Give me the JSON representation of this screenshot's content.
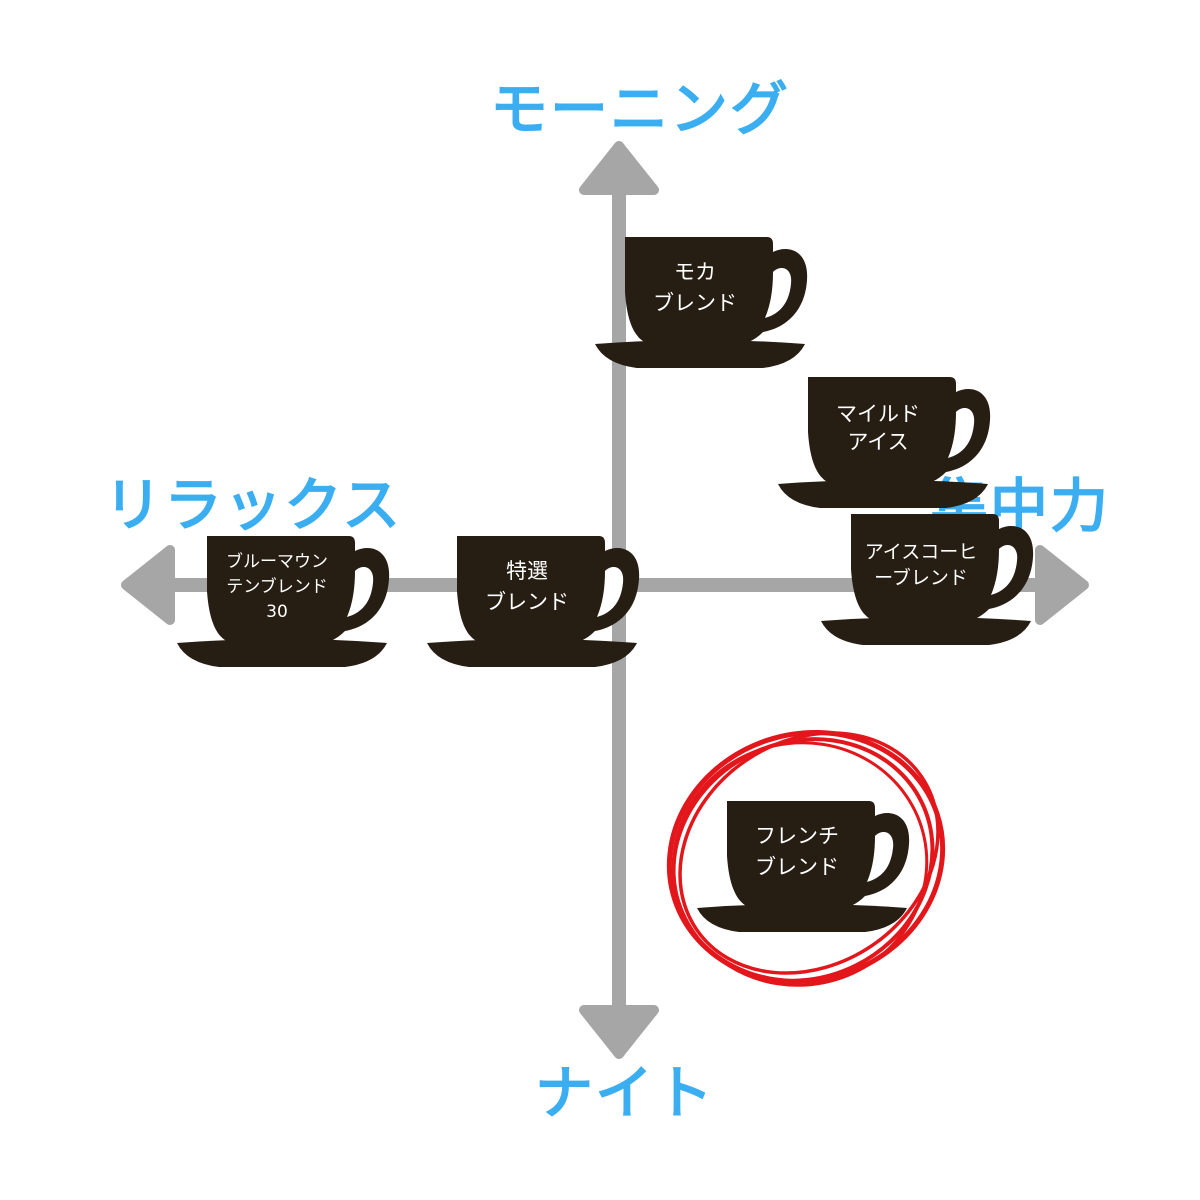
{
  "axes": {
    "top": "モーニング",
    "bottom": "ナイト",
    "left": "リラックス",
    "right": "集中力"
  },
  "cups": [
    {
      "id": "mocha",
      "lines": [
        "モカ",
        "ブレンド"
      ]
    },
    {
      "id": "mild-ice",
      "lines": [
        "マイルド",
        "アイス"
      ]
    },
    {
      "id": "blue-mountain",
      "lines": [
        "ブルーマウン",
        "テンブレンド",
        "30"
      ]
    },
    {
      "id": "special",
      "lines": [
        "特選",
        "ブレンド"
      ]
    },
    {
      "id": "ice-coffee",
      "lines": [
        "アイスコーヒ",
        "ーブレンド"
      ]
    },
    {
      "id": "french",
      "lines": [
        "フレンチ",
        "ブレンド"
      ],
      "highlighted": true
    }
  ],
  "colors": {
    "axis": "#a6a6a6",
    "label": "#3aaef0",
    "cup": "#261d13",
    "highlight": "#e3161b"
  }
}
